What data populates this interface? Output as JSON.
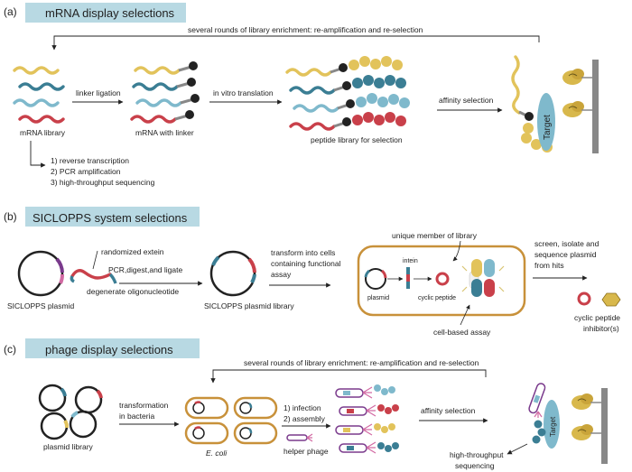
{
  "colors": {
    "yellow": "#e2c35b",
    "teal": "#3b7e94",
    "lightblue": "#7fb9cc",
    "red": "#c9404a",
    "banner": "#b8d9e3",
    "gold": "#c8913a",
    "purple": "#7a3a8c",
    "pink": "#d26aa3",
    "grey": "#888888"
  },
  "panel_a": {
    "letter": "(a)",
    "title": "mRNA display selections",
    "loop": "several rounds of library enrichment: re-amplification and re-selection",
    "mrna_library": "mRNA library",
    "linker_ligation": "linker ligation",
    "mrna_with_linker": "mRNA with linker",
    "in_vitro_translation": "in vitro translation",
    "peptide_library": "peptide library for selection",
    "affinity_selection": "affinity selection",
    "target": "Target",
    "steps": [
      "1) reverse transcription",
      "2) PCR amplification",
      "3) high-throughput sequencing"
    ]
  },
  "panel_b": {
    "letter": "(b)",
    "title": "SICLOPPS system selections",
    "randomized_extein": "randomized extein",
    "pcr": "PCR,digest,and ligate",
    "degenerate": "degenerate oligonucleotide",
    "siclopps_plasmid": "SICLOPPS plasmid",
    "siclopps_library": "SICLOPPS plasmid library",
    "transform": [
      "transform into cells",
      "containing functional",
      "assay"
    ],
    "unique_member": "unique member of library",
    "plasmid": "plasmid",
    "intein": "intein",
    "cyclic_peptide": "cyclic peptide",
    "cell_assay": "cell-based assay",
    "screen": [
      "screen, isolate and",
      "sequence plasmid",
      "from hits"
    ],
    "inhibitor": [
      "cyclic peptide",
      "inhibitor(s)"
    ]
  },
  "panel_c": {
    "letter": "(c)",
    "title": "phage display selections",
    "loop": "several rounds of library enrichment: re-amplification and re-selection",
    "plasmid_library": "plasmid library",
    "transformation": [
      "transformation",
      "in bacteria"
    ],
    "ecoli": "E. coli",
    "steps": [
      "1) infection",
      "2) assembly"
    ],
    "helper_phage": "helper phage",
    "affinity_selection": "affinity selection",
    "target": "Target",
    "hts": [
      "high-throughput",
      "sequencing"
    ]
  }
}
